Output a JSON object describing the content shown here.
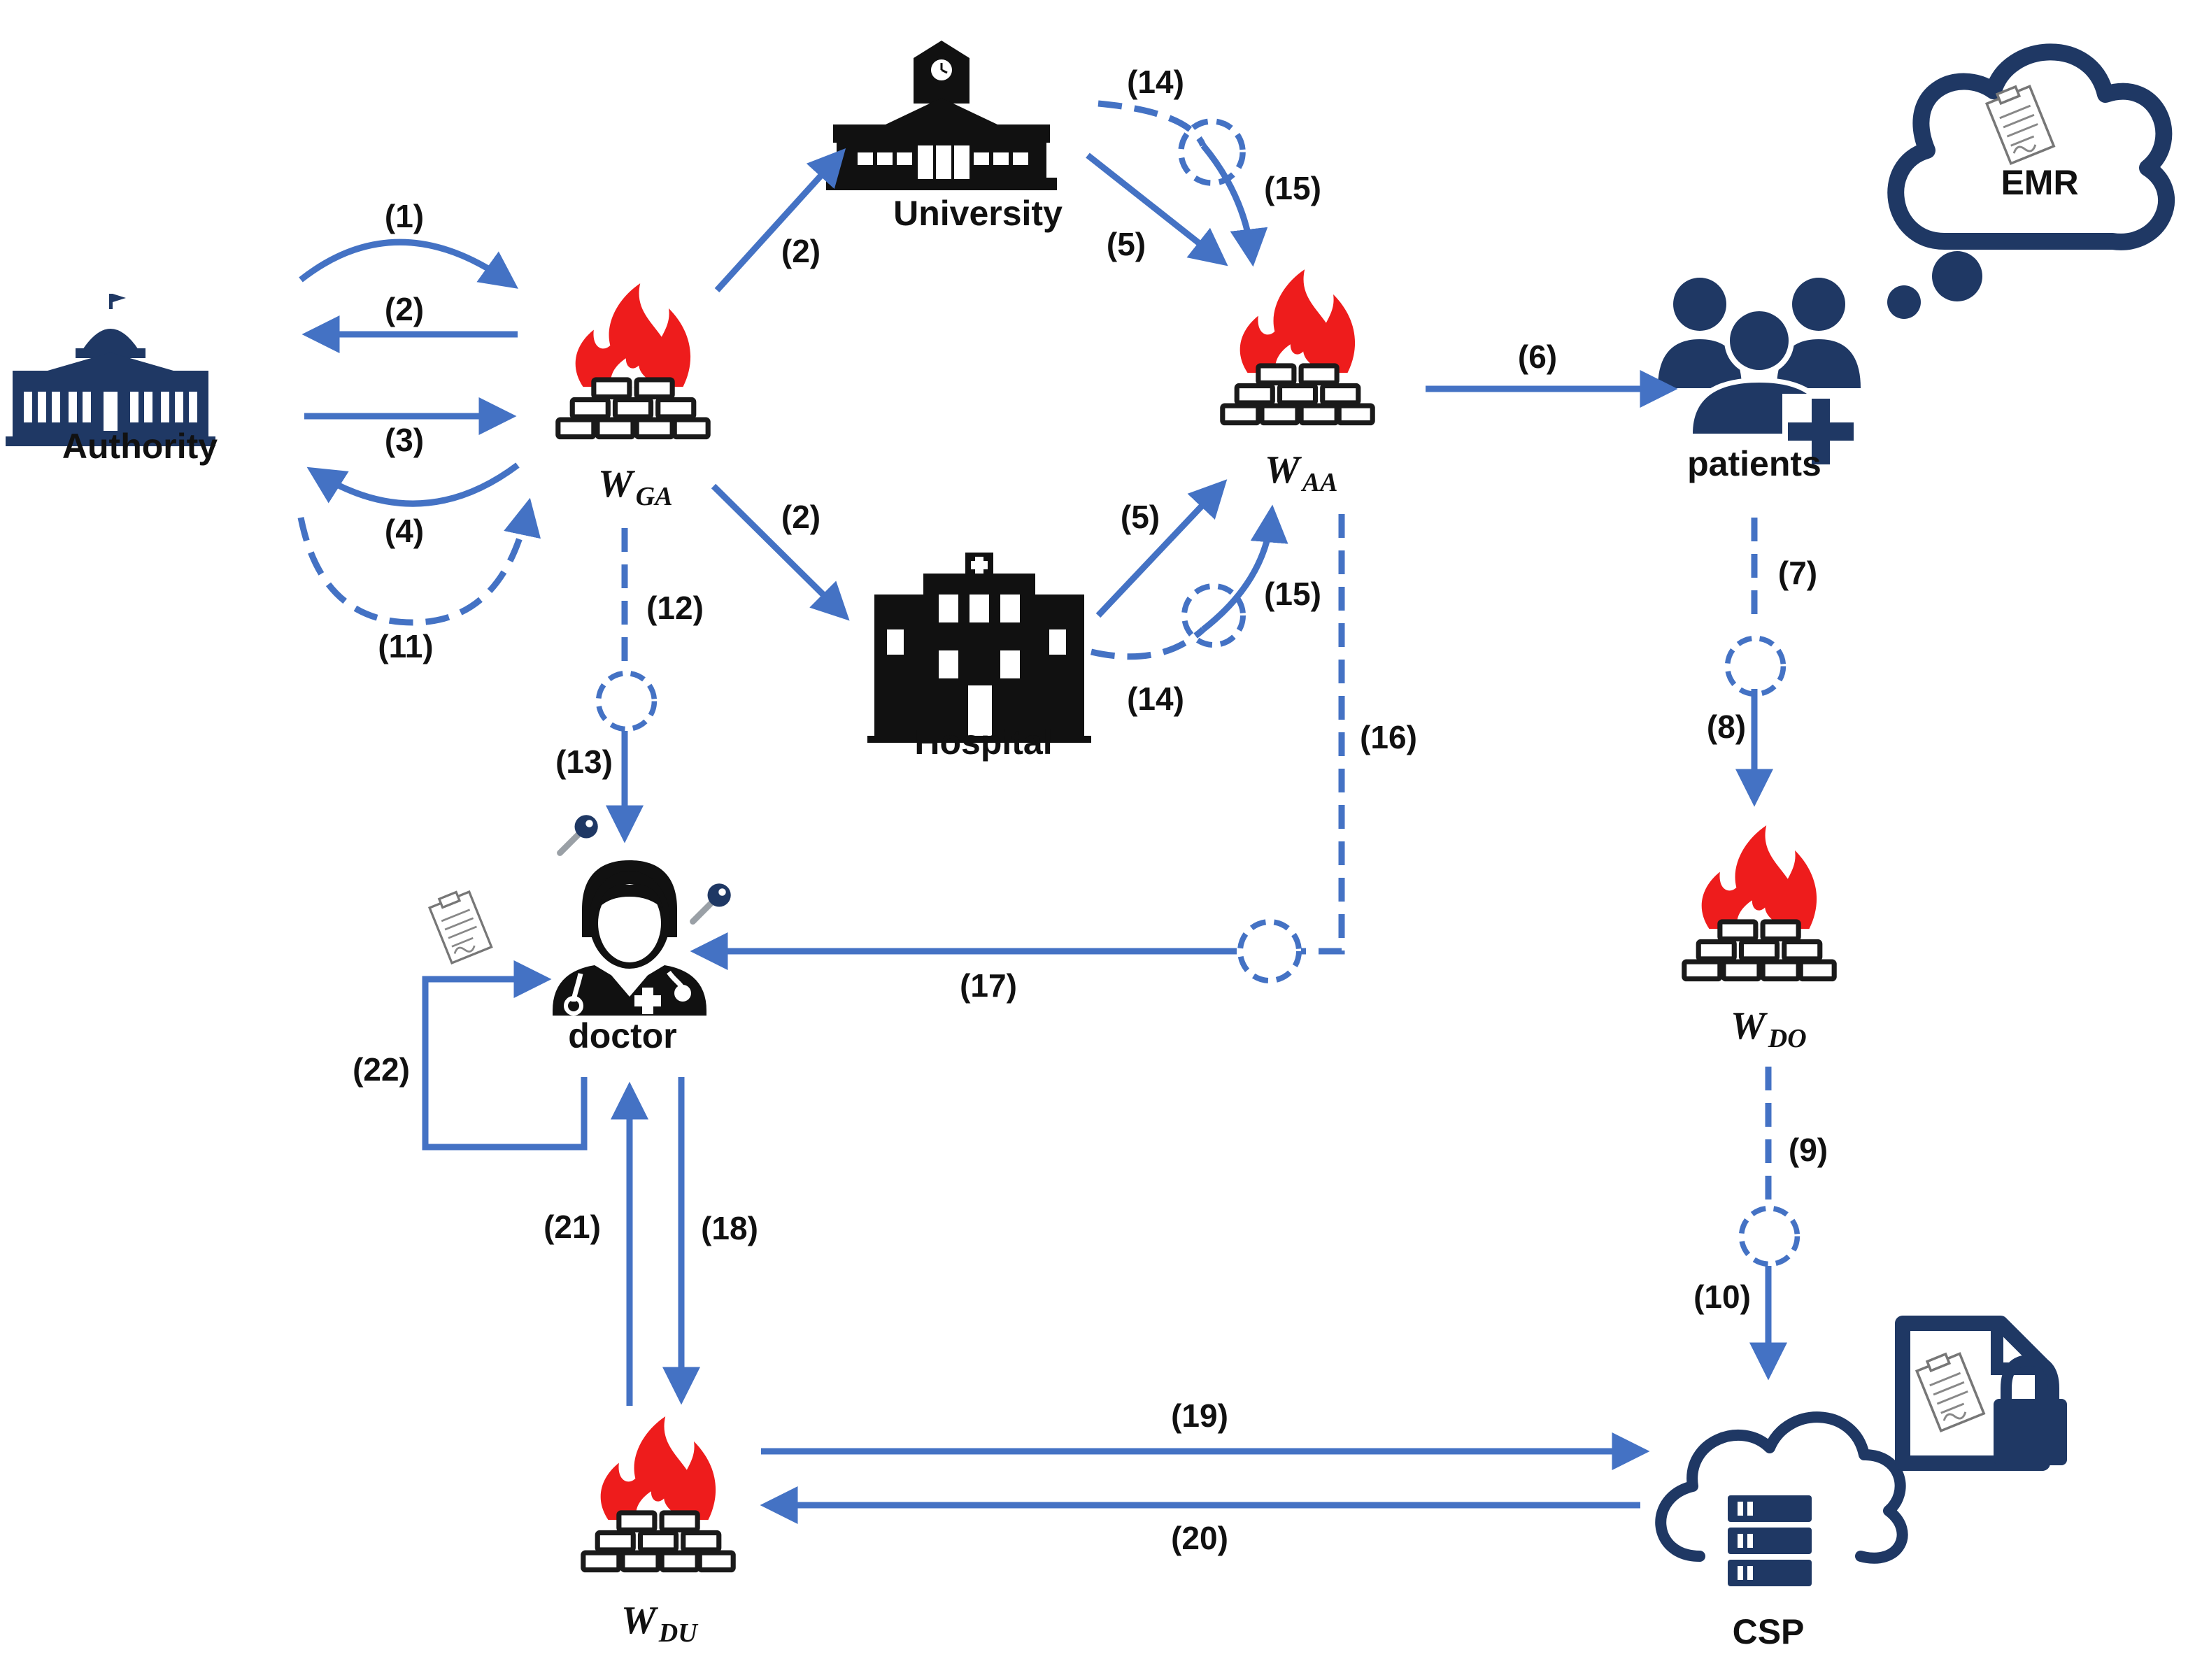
{
  "nodes": {
    "authority": {
      "label": "Authority"
    },
    "university": {
      "label": "University"
    },
    "hospital": {
      "label": "Hospital"
    },
    "patients": {
      "label": "patients"
    },
    "doctor": {
      "label": "doctor"
    },
    "csp": {
      "label": "CSP"
    },
    "emr": {
      "label": "EMR"
    }
  },
  "walls": {
    "ga": {
      "base": "W",
      "sub": "GA"
    },
    "aa": {
      "base": "W",
      "sub": "AA"
    },
    "do": {
      "base": "W",
      "sub": "DO"
    },
    "du": {
      "base": "W",
      "sub": "DU"
    }
  },
  "steps": {
    "s1": "(1)",
    "s2a": "(2)",
    "s2b": "(2)",
    "s2c": "(2)",
    "s3": "(3)",
    "s4": "(4)",
    "s5a": "(5)",
    "s5b": "(5)",
    "s6": "(6)",
    "s7": "(7)",
    "s8": "(8)",
    "s9": "(9)",
    "s10": "(10)",
    "s11": "(11)",
    "s12": "(12)",
    "s13": "(13)",
    "s14a": "(14)",
    "s14b": "(14)",
    "s15a": "(15)",
    "s15b": "(15)",
    "s16": "(16)",
    "s17": "(17)",
    "s18": "(18)",
    "s19": "(19)",
    "s20": "(20)",
    "s21": "(21)",
    "s22": "(22)"
  },
  "colors": {
    "arrow": "#4472c4",
    "icon_navy": "#1f3864",
    "flame_red": "#ee1c1c"
  }
}
